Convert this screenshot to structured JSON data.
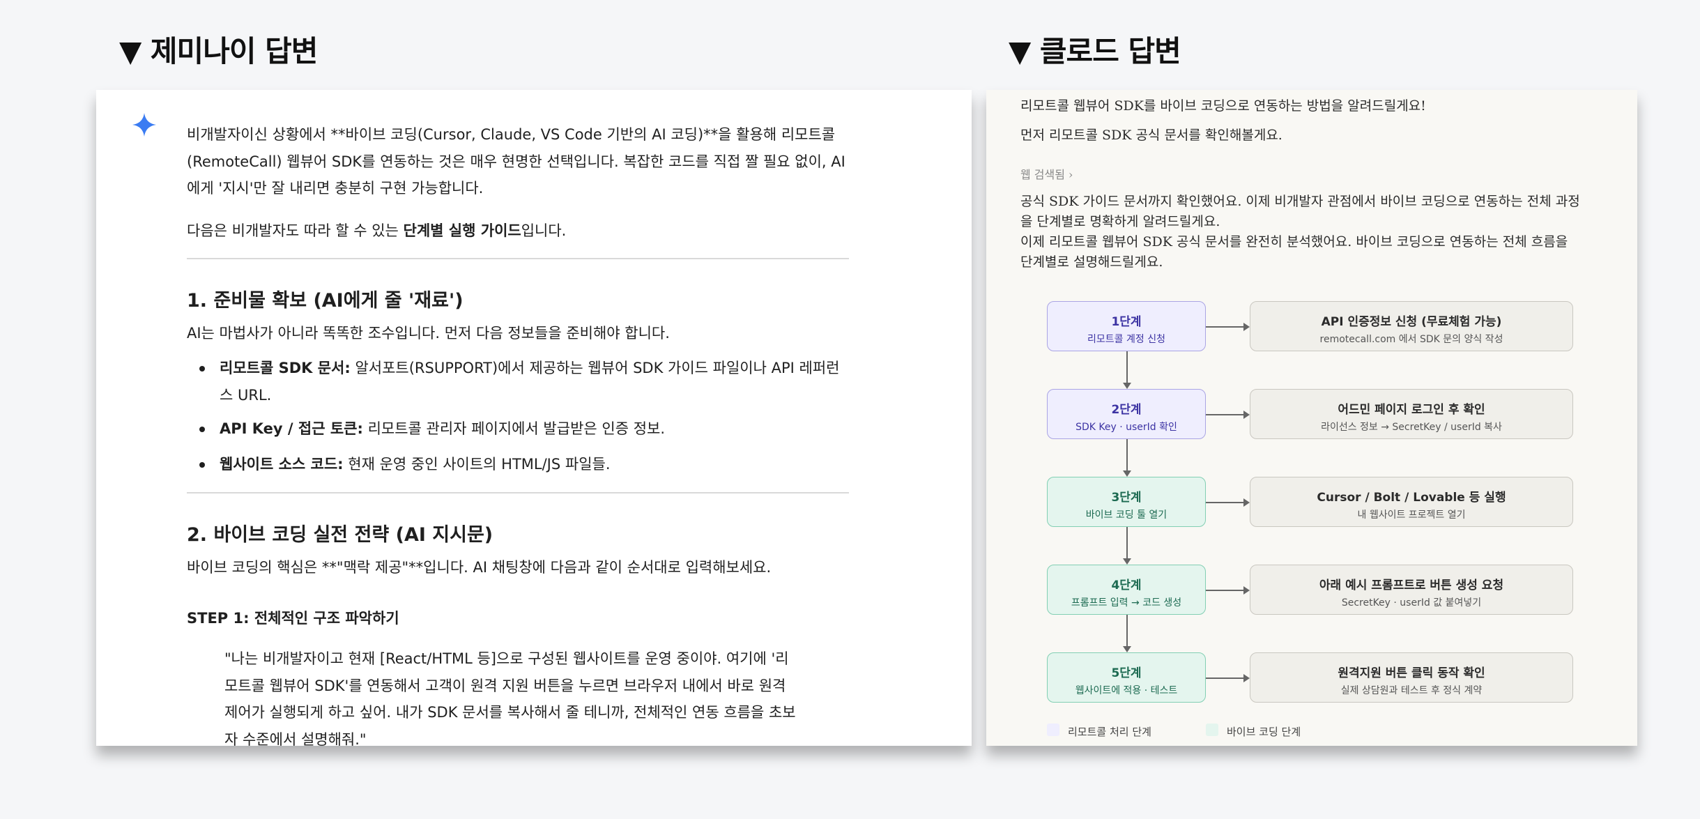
{
  "headers": {
    "gemini": "▼ 제미나이 답변",
    "claude": "▼ 클로드 답변"
  },
  "gemini": {
    "icon": "gemini-sparkle-icon",
    "intro_lines": [
      "비개발자이신 상황에서 **바이브 코딩(Cursor, Claude, VS Code 기반의 AI 코딩)**을 활용해 리모트콜",
      "(RemoteCall) 웹뷰어 SDK를 연동하는 것은 매우 현명한 선택입니다. 복잡한 코드를 직접 짤 필요 없이, AI",
      "에게 '지시'만 잘 내리면 충분히 구현 가능합니다."
    ],
    "guide_pre": "다음은 비개발자도 따라 할 수 있는 ",
    "guide_bold": "단계별 실행 가이드",
    "guide_post": "입니다.",
    "section1_title": "1. 준비물 확보 (AI에게 줄 '재료')",
    "section1_text": "AI는 마법사가 아니라 똑똑한 조수입니다. 먼저 다음 정보들을 준비해야 합니다.",
    "bullets": [
      {
        "bold": "리모트콜 SDK 문서:",
        "text": " 알서포트(RSUPPORT)에서 제공하는 웹뷰어 SDK 가이드 파일이나 API 레퍼런",
        "cont": "스 URL."
      },
      {
        "bold": "API Key / 접근 토큰:",
        "text": " 리모트콜 관리자 페이지에서 발급받은 인증 정보."
      },
      {
        "bold": "웹사이트 소스 코드:",
        "text": " 현재 운영 중인 사이트의 HTML/JS 파일들."
      }
    ],
    "section2_title": "2. 바이브 코딩 실전 전략 (AI 지시문)",
    "section2_text": "바이브 코딩의 핵심은 **\"맥락 제공\"**입니다. AI 채팅창에 다음과 같이 순서대로 입력해보세요.",
    "step1_title": "STEP 1: 전체적인 구조 파악하기",
    "quote_lines": [
      "\"나는 비개발자이고 현재 [React/HTML 등]으로 구성된 웹사이트를 운영 중이야. 여기에 '리",
      "모트콜 웹뷰어 SDK'를 연동해서 고객이 원격 지원 버튼을 누르면 브라우저 내에서 바로 원격",
      "제어가 실행되게 하고 싶어. 내가 SDK 문서를 복사해서 줄 테니까, 전체적인 연동 흐름을 초보",
      "자 수준에서 설명해줘.\""
    ]
  },
  "claude": {
    "line1": "리모트콜 웹뷰어 SDK를 바이브 코딩으로 연동하는 방법을 알려드릴게요!",
    "line2": "먼저 리모트콜 SDK 공식 문서를 확인해볼게요.",
    "web_search": "웹 검색됨 ›",
    "para_lines": [
      "공식 SDK 가이드 문서까지 확인했어요. 이제 비개발자 관점에서 바이브 코딩으로 연동하는 전체 과정",
      "을 단계별로 명확하게 알려드릴게요.",
      "이제 리모트콜 웹뷰어 SDK 공식 문서를 완전히 분석했어요. 바이브 코딩으로 연동하는 전체 흐름을",
      "단계별로 설명해드릴게요."
    ],
    "steps": [
      {
        "title": "1단계",
        "sub": "리모트콜 계정 신청",
        "kind": "remotecall",
        "detail_title": "API 인증정보 신청 (무료체험 가능)",
        "detail_sub": "remotecall.com 에서 SDK 문의 양식 작성"
      },
      {
        "title": "2단계",
        "sub": "SDK Key · userId 확인",
        "kind": "remotecall",
        "detail_title": "어드민 페이지 로그인 후 확인",
        "detail_sub": "라이선스 정보 → SecretKey / userId 복사"
      },
      {
        "title": "3단계",
        "sub": "바이브 코딩 툴 열기",
        "kind": "vibe",
        "detail_title": "Cursor / Bolt / Lovable 등 실행",
        "detail_sub": "내 웹사이트 프로젝트 열기"
      },
      {
        "title": "4단계",
        "sub": "프롬프트 입력 → 코드 생성",
        "kind": "vibe",
        "detail_title": "아래 예시 프롬프트로 버튼 생성 요청",
        "detail_sub": "SecretKey · userId 값 붙여넣기"
      },
      {
        "title": "5단계",
        "sub": "웹사이트에 적용 · 테스트",
        "kind": "vibe",
        "detail_title": "원격지원 버튼 클릭 동작 확인",
        "detail_sub": "실제 상담원과 테스트 후 정식 계약"
      }
    ],
    "legend": [
      {
        "label": "리모트콜 처리 단계",
        "color": "#efeefe"
      },
      {
        "label": "바이브 코딩 단계",
        "color": "#e4f5ee"
      }
    ]
  }
}
